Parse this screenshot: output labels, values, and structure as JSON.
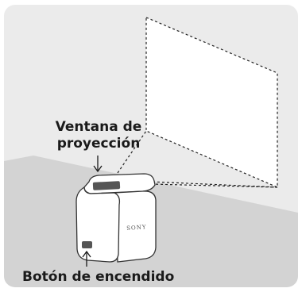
{
  "labels": {
    "window_line1": "Ventana de",
    "window_line2": "proyección",
    "power_button": "Botón de encendido"
  },
  "device": {
    "brand": "SONY"
  },
  "colors": {
    "panel_background": "#ebebeb",
    "floor": "#d3d3d3",
    "device_body": "#ffffff",
    "device_outline": "#333333",
    "lens_window": "#555555",
    "projection_lines": "#222222"
  }
}
